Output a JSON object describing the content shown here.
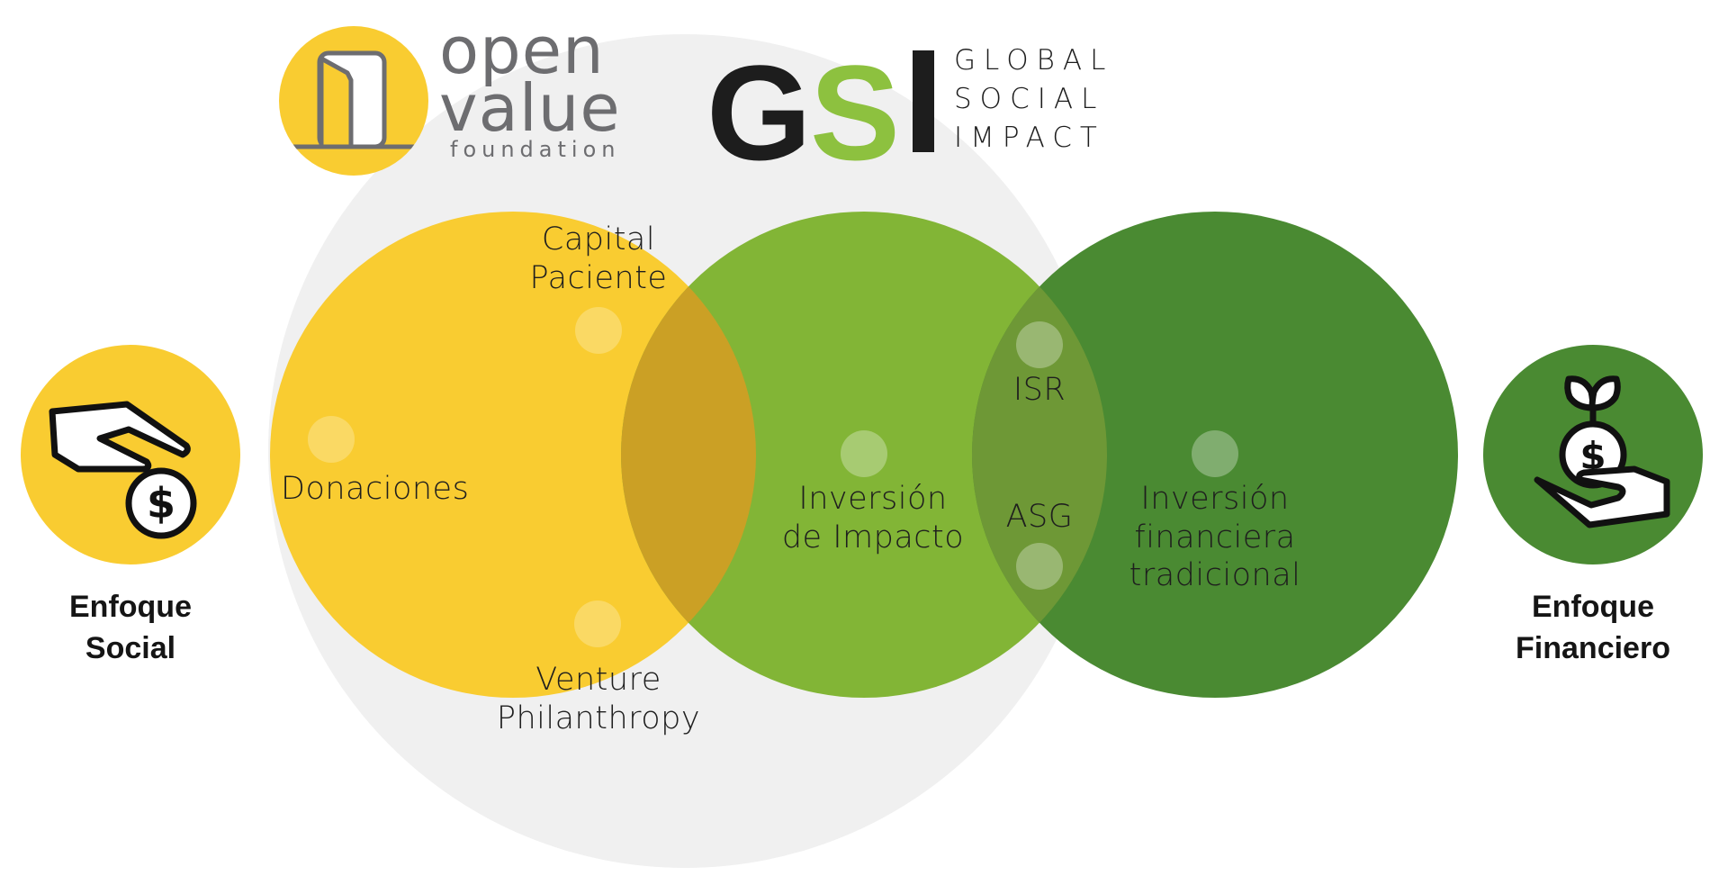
{
  "logos": {
    "open_value": {
      "line1": "open",
      "line2": "value",
      "line3": "foundation",
      "circle_color": "#F9CC31",
      "text_color": "#6D6D70"
    },
    "gsi": {
      "letter_g": "G",
      "letter_s": "S",
      "letter_i": "I",
      "words": [
        "GLOBAL",
        "SOCIAL",
        "IMPACT"
      ],
      "dark_color": "#1D1D1D",
      "green_color": "#8DC13F"
    }
  },
  "left_focus": {
    "icon": "hand-giving-coin-icon",
    "circle_color": "#F9CC31",
    "title_line1": "Enfoque",
    "title_line2": "Social"
  },
  "right_focus": {
    "icon": "hand-holding-plant-coin-icon",
    "circle_color": "#4A8A32",
    "title_line1": "Enfoque",
    "title_line2": "Financiero"
  },
  "venn": {
    "background_circle_color": "#F0F0F0",
    "circles": [
      {
        "name": "social",
        "color": "#F9CC31"
      },
      {
        "name": "impact",
        "color": "#82B536"
      },
      {
        "name": "financial",
        "color": "#4A8A32"
      }
    ],
    "overlap_colors": {
      "social_impact": "#CBA025",
      "impact_financial": "#6E9836"
    },
    "labels": {
      "capital_paciente_1": "Capital",
      "capital_paciente_2": "Paciente",
      "donaciones": "Donaciones",
      "venture_1": "Venture",
      "venture_2": "Philanthropy",
      "inversion_impacto_1": "Inversión",
      "inversion_impacto_2": "de Impacto",
      "isr": "ISR",
      "asg": "ASG",
      "tradicional_1": "Inversión",
      "tradicional_2": "financiera",
      "tradicional_3": "tradicional"
    }
  }
}
